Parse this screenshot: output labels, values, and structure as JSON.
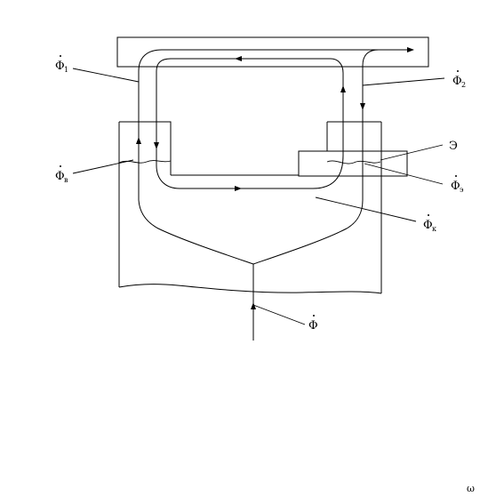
{
  "labels": {
    "phi1_main": "Φ",
    "phi1_sub": "1",
    "phi2_main": "Φ",
    "phi2_sub": "2",
    "phiv_main": "Φ",
    "phiv_sub": "в",
    "phie_main": "Φ",
    "phie_sub": "э",
    "phik_main": "Φ",
    "phik_sub": "к",
    "phi_main": "Φ",
    "screen": "Э",
    "figure_mark": "ω"
  },
  "colors": {
    "line": "#000000",
    "background": "#ffffff"
  }
}
